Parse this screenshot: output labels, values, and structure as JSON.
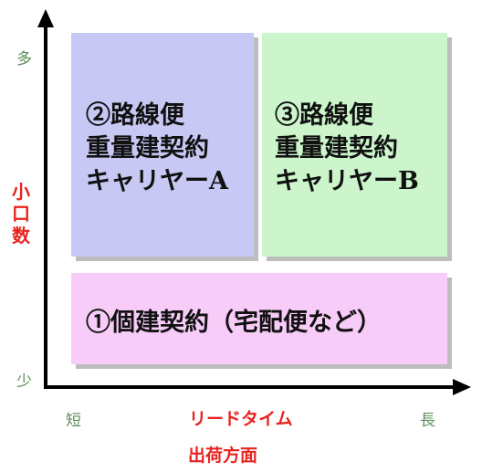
{
  "quadrants": {
    "top_left": {
      "lines": [
        "②路線便",
        "重量建契約",
        "キャリヤーA"
      ],
      "color": "#c8c8f5"
    },
    "top_right": {
      "lines": [
        "③路線便",
        "重量建契約",
        "キャリヤーB"
      ],
      "color": "#ccf5cc"
    },
    "bottom": {
      "lines": [
        "①個建契約（宅配便など）"
      ],
      "color": "#f8ccf8"
    }
  },
  "y_axis": {
    "title_chars": [
      "小",
      "口",
      "数"
    ],
    "high_label": "多",
    "low_label": "少"
  },
  "x_axis": {
    "title": "リードタイム",
    "subtitle": "出荷方面",
    "short_label": "短",
    "long_label": "長"
  },
  "colors": {
    "axis": "#000000",
    "axis_title": "#e8231f",
    "axis_end_labels": "#5a8f5a",
    "shadow": "#bdbdbd"
  }
}
